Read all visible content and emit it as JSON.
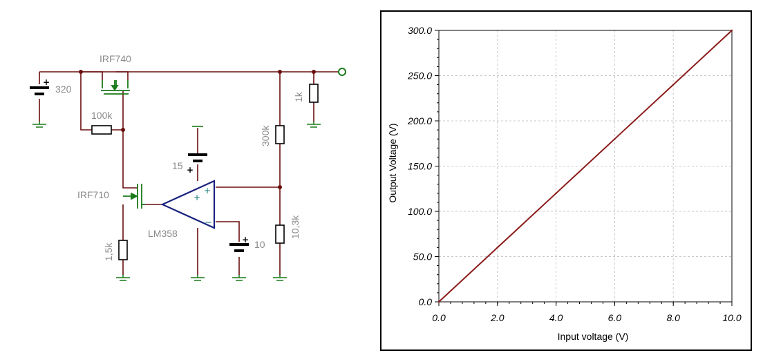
{
  "schematic": {
    "labels": {
      "q1": "IRF740",
      "q2": "IRF710",
      "opamp": "LM358",
      "v_supply": "320",
      "v_opamp": "15",
      "v_ref": "10",
      "r_feedback": "100k",
      "r_source": "1,5k",
      "r_load": "1k",
      "r_div_top": "300k",
      "r_div_bottom": "10,3k"
    },
    "colors": {
      "wire": "#6b0d0d",
      "ground": "#1a7a1a",
      "mosfet": "#1a7a1a",
      "opamp": "#1a237e",
      "component": "#000000"
    }
  },
  "chart_data": {
    "type": "line",
    "xlabel": "Input voltage (V)",
    "ylabel": "Output Voltage (V)",
    "xlim": [
      0,
      10
    ],
    "ylim": [
      0,
      300
    ],
    "x_ticks": [
      "0.0",
      "2.0",
      "4.0",
      "6.0",
      "8.0",
      "10.0"
    ],
    "y_ticks": [
      "0.0",
      "50.0",
      "100.0",
      "150.0",
      "200.0",
      "250.0",
      "300.0"
    ],
    "grid": true,
    "series": [
      {
        "x": [
          0,
          2,
          4,
          6,
          8,
          10
        ],
        "y": [
          0,
          60,
          120,
          180,
          240,
          300
        ],
        "color": "#8b1a1a"
      }
    ]
  }
}
